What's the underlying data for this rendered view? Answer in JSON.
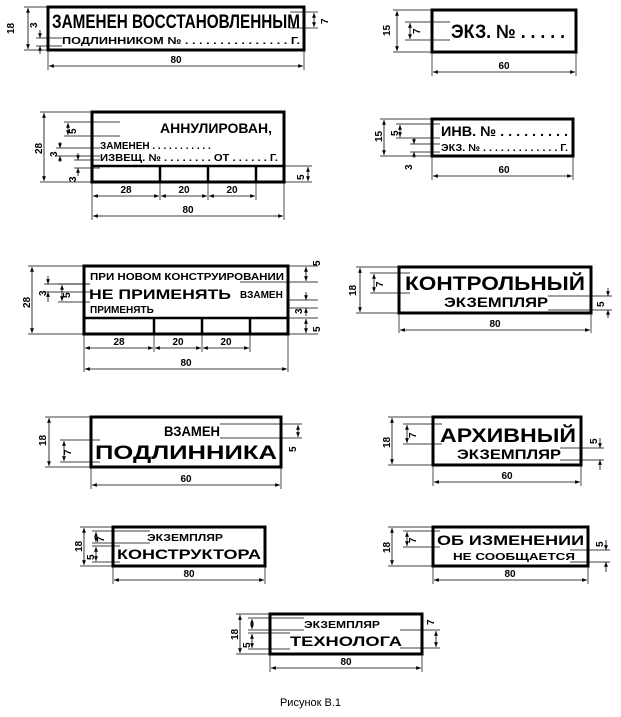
{
  "caption": "Рисунок В.1",
  "stamps": {
    "zamenen": {
      "line1": "ЗАМЕНЕН ВОССТАНОВЛЕННЫМ",
      "line2": "ПОДЛИННИКОМ № . . . . . . . . . . . . . . .  Г.",
      "width": "80",
      "height": "18",
      "dim_line2": "3",
      "dim_line1": "7"
    },
    "ekz_no": {
      "line1": "ЭКЗ. № . . . . .",
      "width": "60",
      "height": "15",
      "dim_line1": "7"
    },
    "annulirovan": {
      "line1": "АННУЛИРОВАН,",
      "line2": "ЗАМЕНЕН . . . . . . . . . . .",
      "line3": "ИЗВЕЩ. № . . . . . . . . ОТ . . . . . . Г.",
      "width": "80",
      "height": "28",
      "dim_line1": "5",
      "dim_line2": "3",
      "dim_line3": "3",
      "dim_cells_height": "5",
      "cells": [
        "28",
        "20",
        "20"
      ]
    },
    "inv_no": {
      "line1": "ИНВ. № . . . . . . . . .",
      "line2": "ЭКЗ. № . . . . . . . . . . . . .  Г.",
      "width": "60",
      "height": "15",
      "dim_line1": "5",
      "dim_line2": "3"
    },
    "ne_primenyat": {
      "line1": "ПРИ НОВОМ КОНСТРУИРОВАНИИ",
      "line2": "НЕ ПРИМЕНЯТЬ",
      "line2b": "ВЗАМЕН",
      "line3": "ПРИМЕНЯТЬ",
      "width": "80",
      "height": "28",
      "dim_left_a": "3",
      "dim_left_b": "5",
      "dim_right_top": "5",
      "dim_right_mid": "3",
      "dim_right_bottom": "5",
      "cells": [
        "28",
        "20",
        "20"
      ]
    },
    "kontrolny": {
      "line1": "КОНТРОЛЬНЫЙ",
      "line2": "ЭКЗЕМПЛЯР",
      "width": "80",
      "height": "18",
      "dim_line1": "7",
      "dim_line2": "5"
    },
    "vzamen_podlinnika": {
      "line1": "ВЗАМЕН",
      "line2": "ПОДЛИННИКА",
      "width": "60",
      "height": "18",
      "dim_line2": "7",
      "dim_line1": "5"
    },
    "arkhivny": {
      "line1": "АРХИВНЫЙ",
      "line2": "ЭКЗЕМПЛЯР",
      "width": "60",
      "height": "18",
      "dim_line1": "7",
      "dim_line2": "5"
    },
    "konstruktora": {
      "line1": "ЭКЗЕМПЛЯР",
      "line2": "КОНСТРУКТОРА",
      "width": "80",
      "height": "18",
      "dim_line1": "7",
      "dim_line2": "5"
    },
    "ob_izmenenii": {
      "line1": "ОБ ИЗМЕНЕНИИ",
      "line2": "НЕ СООБЩАЕТСЯ",
      "width": "80",
      "height": "18",
      "dim_line1": "7",
      "dim_line2": "5"
    },
    "tekhnologa": {
      "line1": "ЭКЗЕМПЛЯР",
      "line2": "ТЕХНОЛОГА",
      "width": "80",
      "height": "18",
      "dim_line1": "5",
      "dim_line2": "7"
    }
  }
}
